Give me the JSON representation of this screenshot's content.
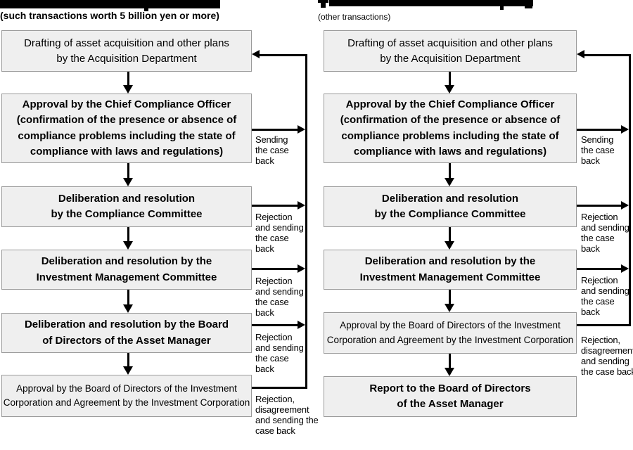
{
  "colors": {
    "background": "#ffffff",
    "box_fill": "#efefef",
    "box_border": "#9a9a9a",
    "line_color": "#000000",
    "title_bar_color": "#000000",
    "text_color": "#000000"
  },
  "flows": [
    {
      "name": "large-transactions-flow",
      "subtitle": "(such transactions worth 5 billion yen or more)",
      "boxes": [
        "Drafting of asset acquisition and other plans\nby the Acquisition Department",
        "Approval by the Chief Compliance Officer\n(confirmation of the presence or absence of\ncompliance problems including the state of\ncompliance with laws and regulations)",
        "Deliberation and resolution\nby the Compliance Committee",
        "Deliberation and resolution by the\nInvestment Management Committee",
        "Deliberation and resolution by the Board\nof Directors of the Asset Manager",
        "Approval by the Board of Directors of the Investment\nCorporation and Agreement by the Investment Corporation"
      ],
      "side_labels": [
        "Sending\nthe case\nback",
        "Rejection\nand sending\nthe case\nback",
        "Rejection\nand sending\nthe case\nback",
        "Rejection\nand sending\nthe case\nback",
        "Rejection,\ndisagreement\nand sending the\ncase back"
      ]
    },
    {
      "name": "other-transactions-flow",
      "subtitle": "(other transactions)",
      "boxes": [
        "Drafting of asset acquisition and other plans\nby the Acquisition Department",
        "Approval by the Chief Compliance Officer\n(confirmation of the presence or absence of\ncompliance problems including the state of\ncompliance with laws and regulations)",
        "Deliberation and resolution\nby the Compliance Committee",
        "Deliberation and resolution by the\nInvestment Management Committee",
        "Approval by the Board of Directors of the Investment\nCorporation and Agreement by the Investment Corporation",
        "Report to the Board of Directors\nof the Asset Manager"
      ],
      "side_labels": [
        "Sending\nthe case\nback",
        "Rejection\nand sending\nthe case\nback",
        "Rejection\nand sending\nthe case\nback",
        "Rejection,\ndisagreement\nand sending\nthe case back"
      ]
    }
  ]
}
